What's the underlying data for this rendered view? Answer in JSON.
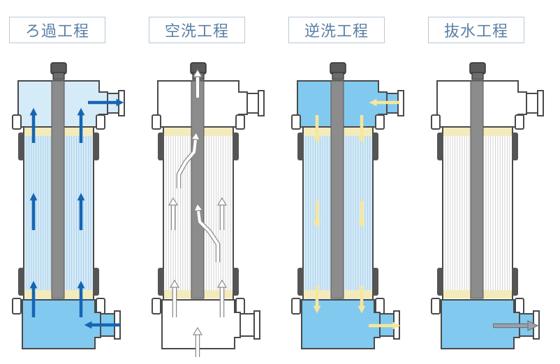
{
  "colors": {
    "water_light": "#d6ebf8",
    "water_full": "#82c9ef",
    "filtration_arrow": "#1565b3",
    "air_arrow": "#ffffff",
    "backwash_arrow": "#f7e79b",
    "drain_arrow": "#9aa3ab",
    "core": "#8c8c8c",
    "outline": "#4a4a4a",
    "cap": "#5a5a5a",
    "potting": "#f3ebbc",
    "label_text": "#5a7fa4",
    "label_border": "#b9c8d6"
  },
  "stages": [
    {
      "key": "filtration",
      "label": "ろ過工程",
      "top_fill": "water_light",
      "body_fill": "water_light",
      "bottom_fill": "water_full",
      "arrow": "filtration_arrow"
    },
    {
      "key": "air-wash",
      "label": "空洗工程",
      "top_fill": "none",
      "body_fill": "none",
      "bottom_fill": "none",
      "arrow": "air_arrow"
    },
    {
      "key": "backwash",
      "label": "逆洗工程",
      "top_fill": "water_full",
      "body_fill": "water_light",
      "bottom_fill": "water_full",
      "arrow": "backwash_arrow"
    },
    {
      "key": "drain",
      "label": "抜水工程",
      "top_fill": "none",
      "body_fill": "none",
      "bottom_fill": "water_full",
      "arrow": "drain_arrow"
    }
  ]
}
